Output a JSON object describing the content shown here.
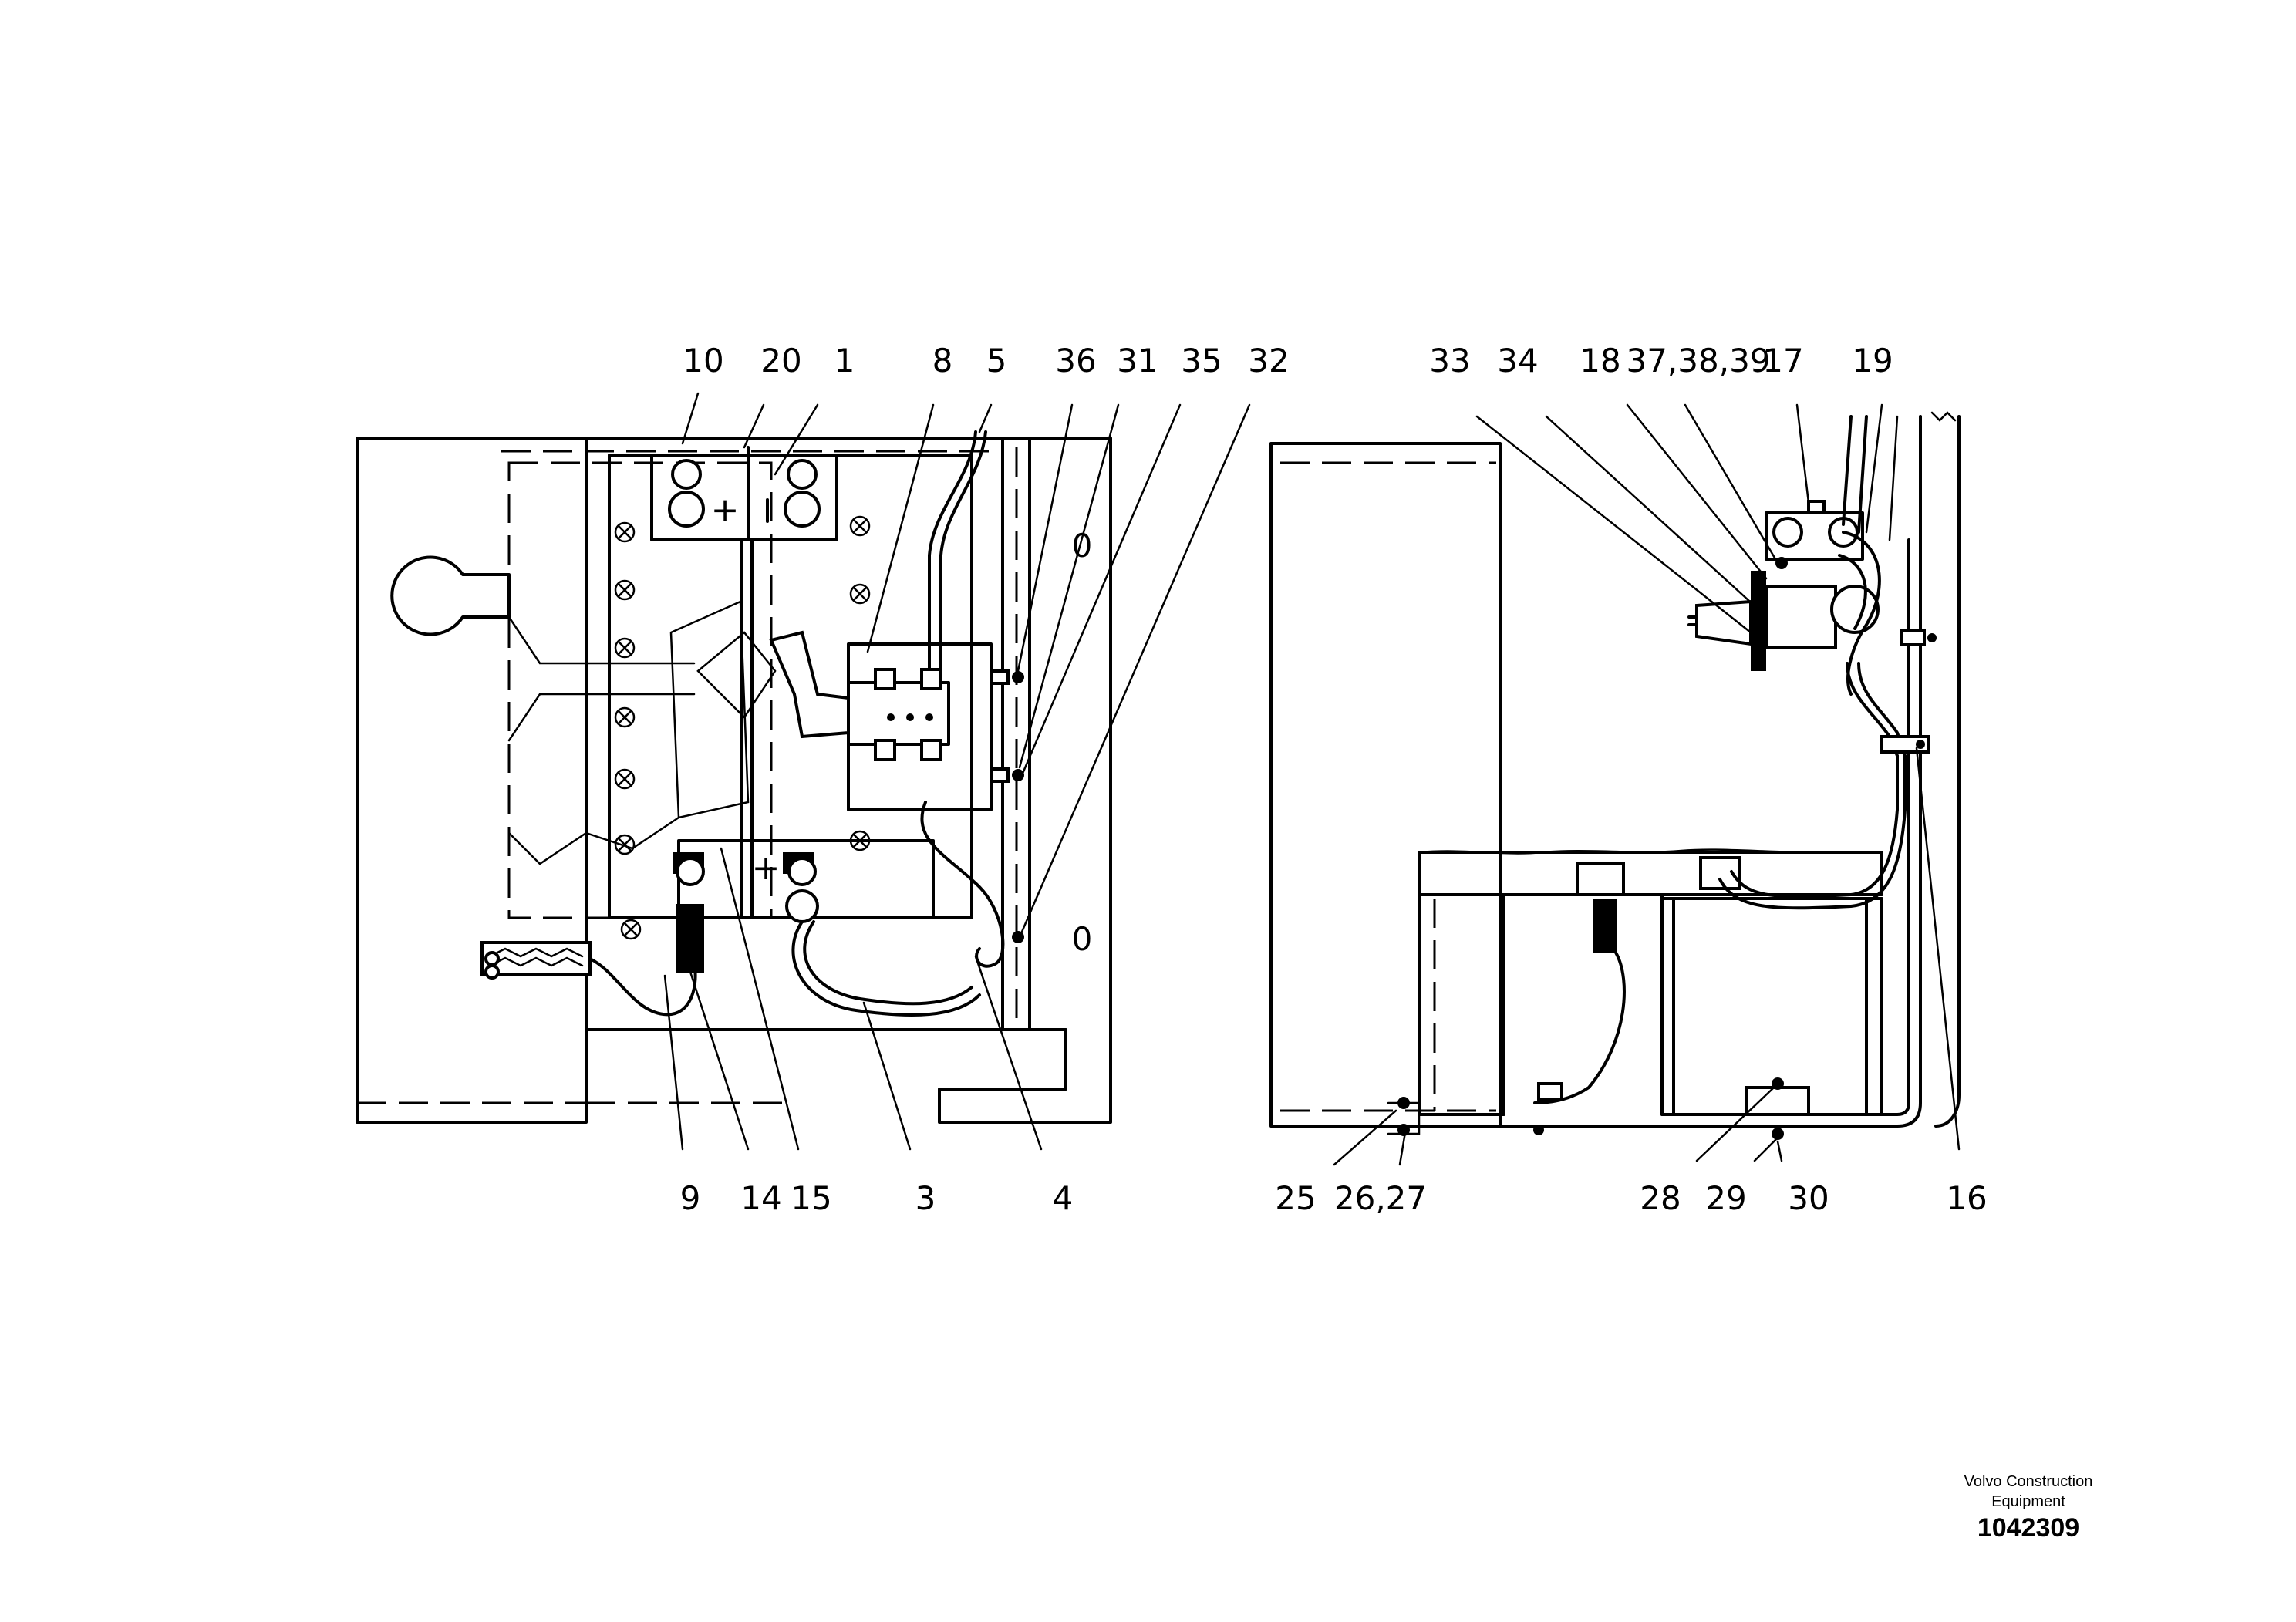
{
  "labels_top_left": [
    "10",
    "20",
    "1",
    "8",
    "5",
    "36",
    "31",
    "35",
    "32"
  ],
  "labels_top_right": [
    "33",
    "34",
    "18",
    "37,38,39",
    "17",
    "19"
  ],
  "labels_bottom_left": [
    "9",
    "14",
    "15",
    "3",
    "4"
  ],
  "labels_bottom_right": [
    "25",
    "26,27",
    "28",
    "29",
    "30",
    "16"
  ],
  "zero_marks": [
    "0",
    "0"
  ],
  "terminal_marks": [
    "+",
    "+"
  ],
  "stamp": {
    "company_line1": "Volvo Construction",
    "company_line2": "Equipment",
    "document_number": "1042309"
  }
}
